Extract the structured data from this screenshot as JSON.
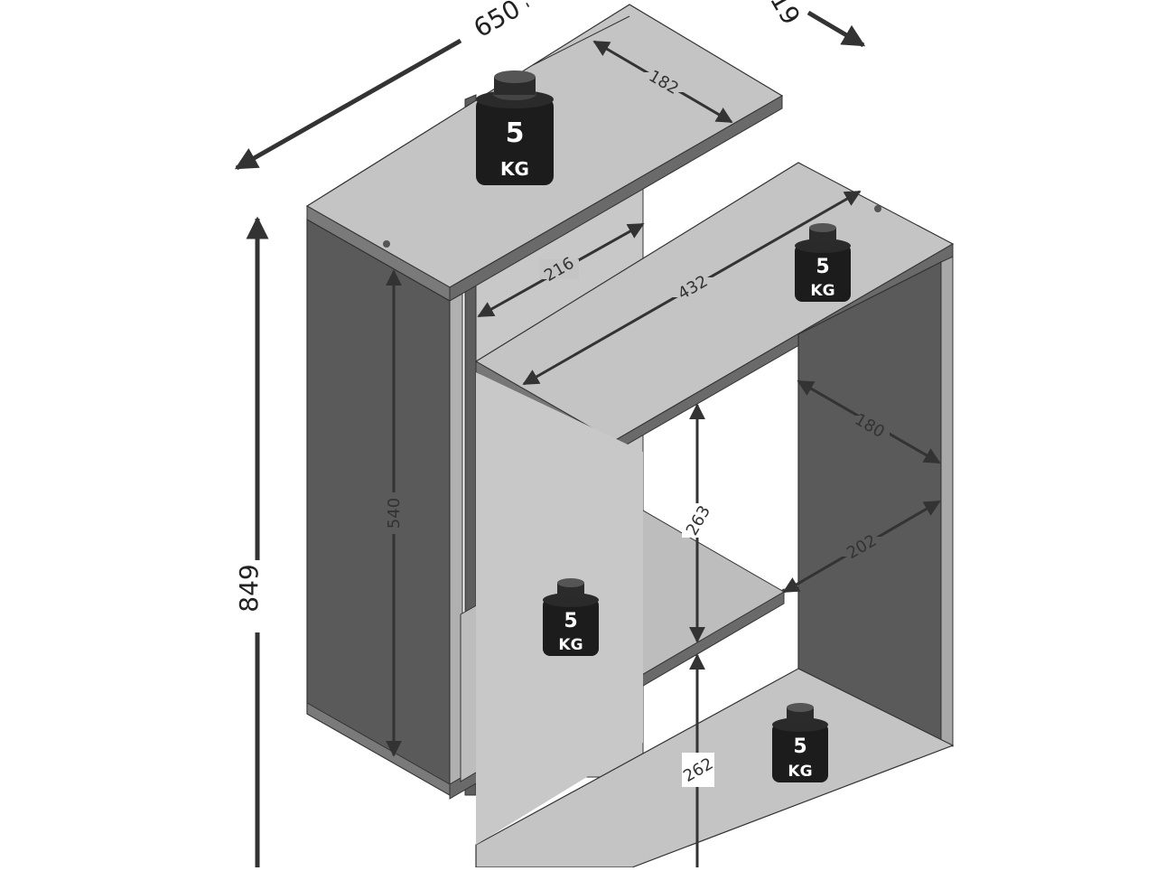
{
  "dimensions": {
    "width_total": "650",
    "depth_total": "19",
    "height_total": "849",
    "top_shelf_depth": "182",
    "top_shelf_opening": "216",
    "middle_shelf_width": "432",
    "right_depth": "180",
    "right_opening": "202",
    "left_inner_height": "540",
    "gap_upper": "263",
    "gap_lower": "262"
  },
  "weights": [
    {
      "value": "5",
      "unit": "KG"
    },
    {
      "value": "5",
      "unit": "KG"
    },
    {
      "value": "5",
      "unit": "KG"
    },
    {
      "value": "5",
      "unit": "KG"
    }
  ],
  "colors": {
    "panel_dark": "#585858",
    "panel_mid": "#6e6e6e",
    "panel_light": "#b8b8b8",
    "top_surface": "#c4c4c4",
    "weight_body": "#1c1c1c",
    "arrow": "#333333"
  }
}
